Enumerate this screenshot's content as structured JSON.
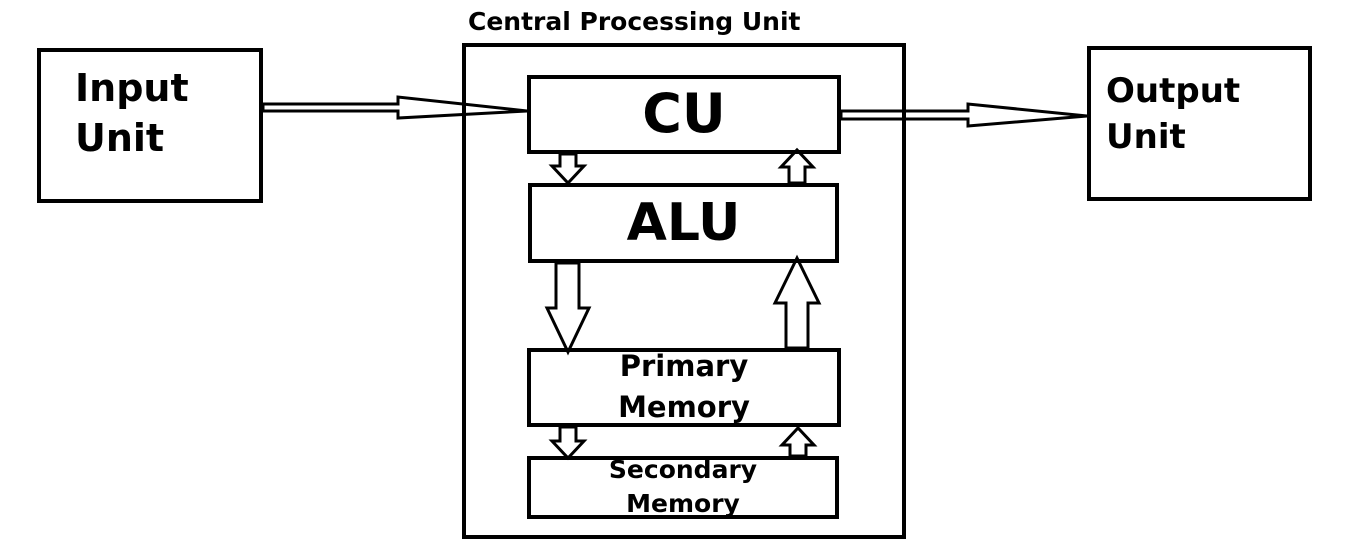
{
  "diagram": {
    "cpu_title": "Central Processing Unit",
    "input_unit": "Input\nUnit",
    "output_unit": "Output\nUnit",
    "cu": "CU",
    "alu": "ALU",
    "primary_memory": "Primary\nMemory",
    "secondary_memory": "Secondary\nMemory"
  },
  "colors": {
    "stroke": "#000000",
    "background": "#ffffff"
  }
}
